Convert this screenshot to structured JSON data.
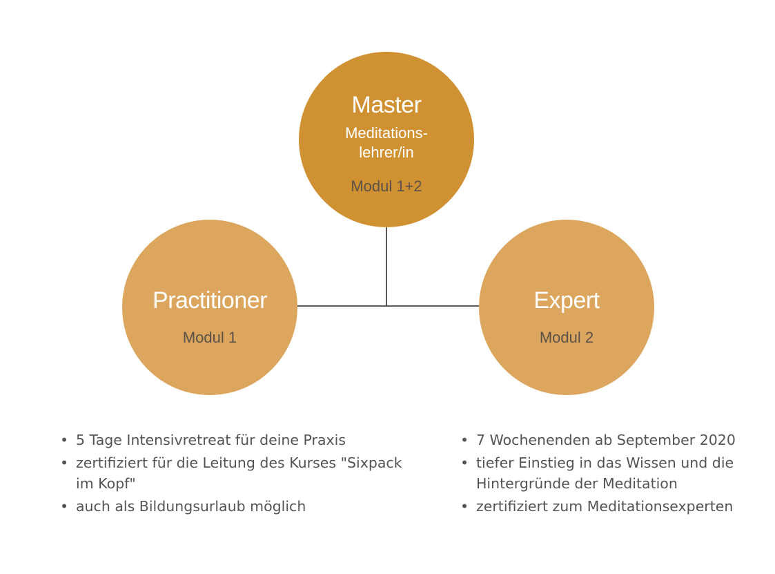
{
  "colors": {
    "master": "#d09133",
    "secondary": "#dca65f",
    "connector": "#5a5a5a",
    "text_dark": "#545454",
    "modul_text": "#5a5148"
  },
  "master": {
    "title": "Master",
    "subtitle_line1": "Meditations-",
    "subtitle_line2": "lehrer/in",
    "modul": "Modul 1+2"
  },
  "practitioner": {
    "title": "Practitioner",
    "modul": "Modul 1",
    "bullets": [
      "5 Tage Intensivretreat für deine Praxis",
      "zertifiziert für die Leitung des Kurses \"Sixpack im Kopf\"",
      "auch als Bildungsurlaub möglich"
    ]
  },
  "expert": {
    "title": "Expert",
    "modul": "Modul 2",
    "bullets": [
      "7 Wochenenden ab September 2020",
      "tiefer Einstieg in das Wissen und die Hintergründe der Meditation",
      "zertifiziert zum Meditationsexperten"
    ]
  },
  "bullet_icon": "bullet-dot-icon"
}
